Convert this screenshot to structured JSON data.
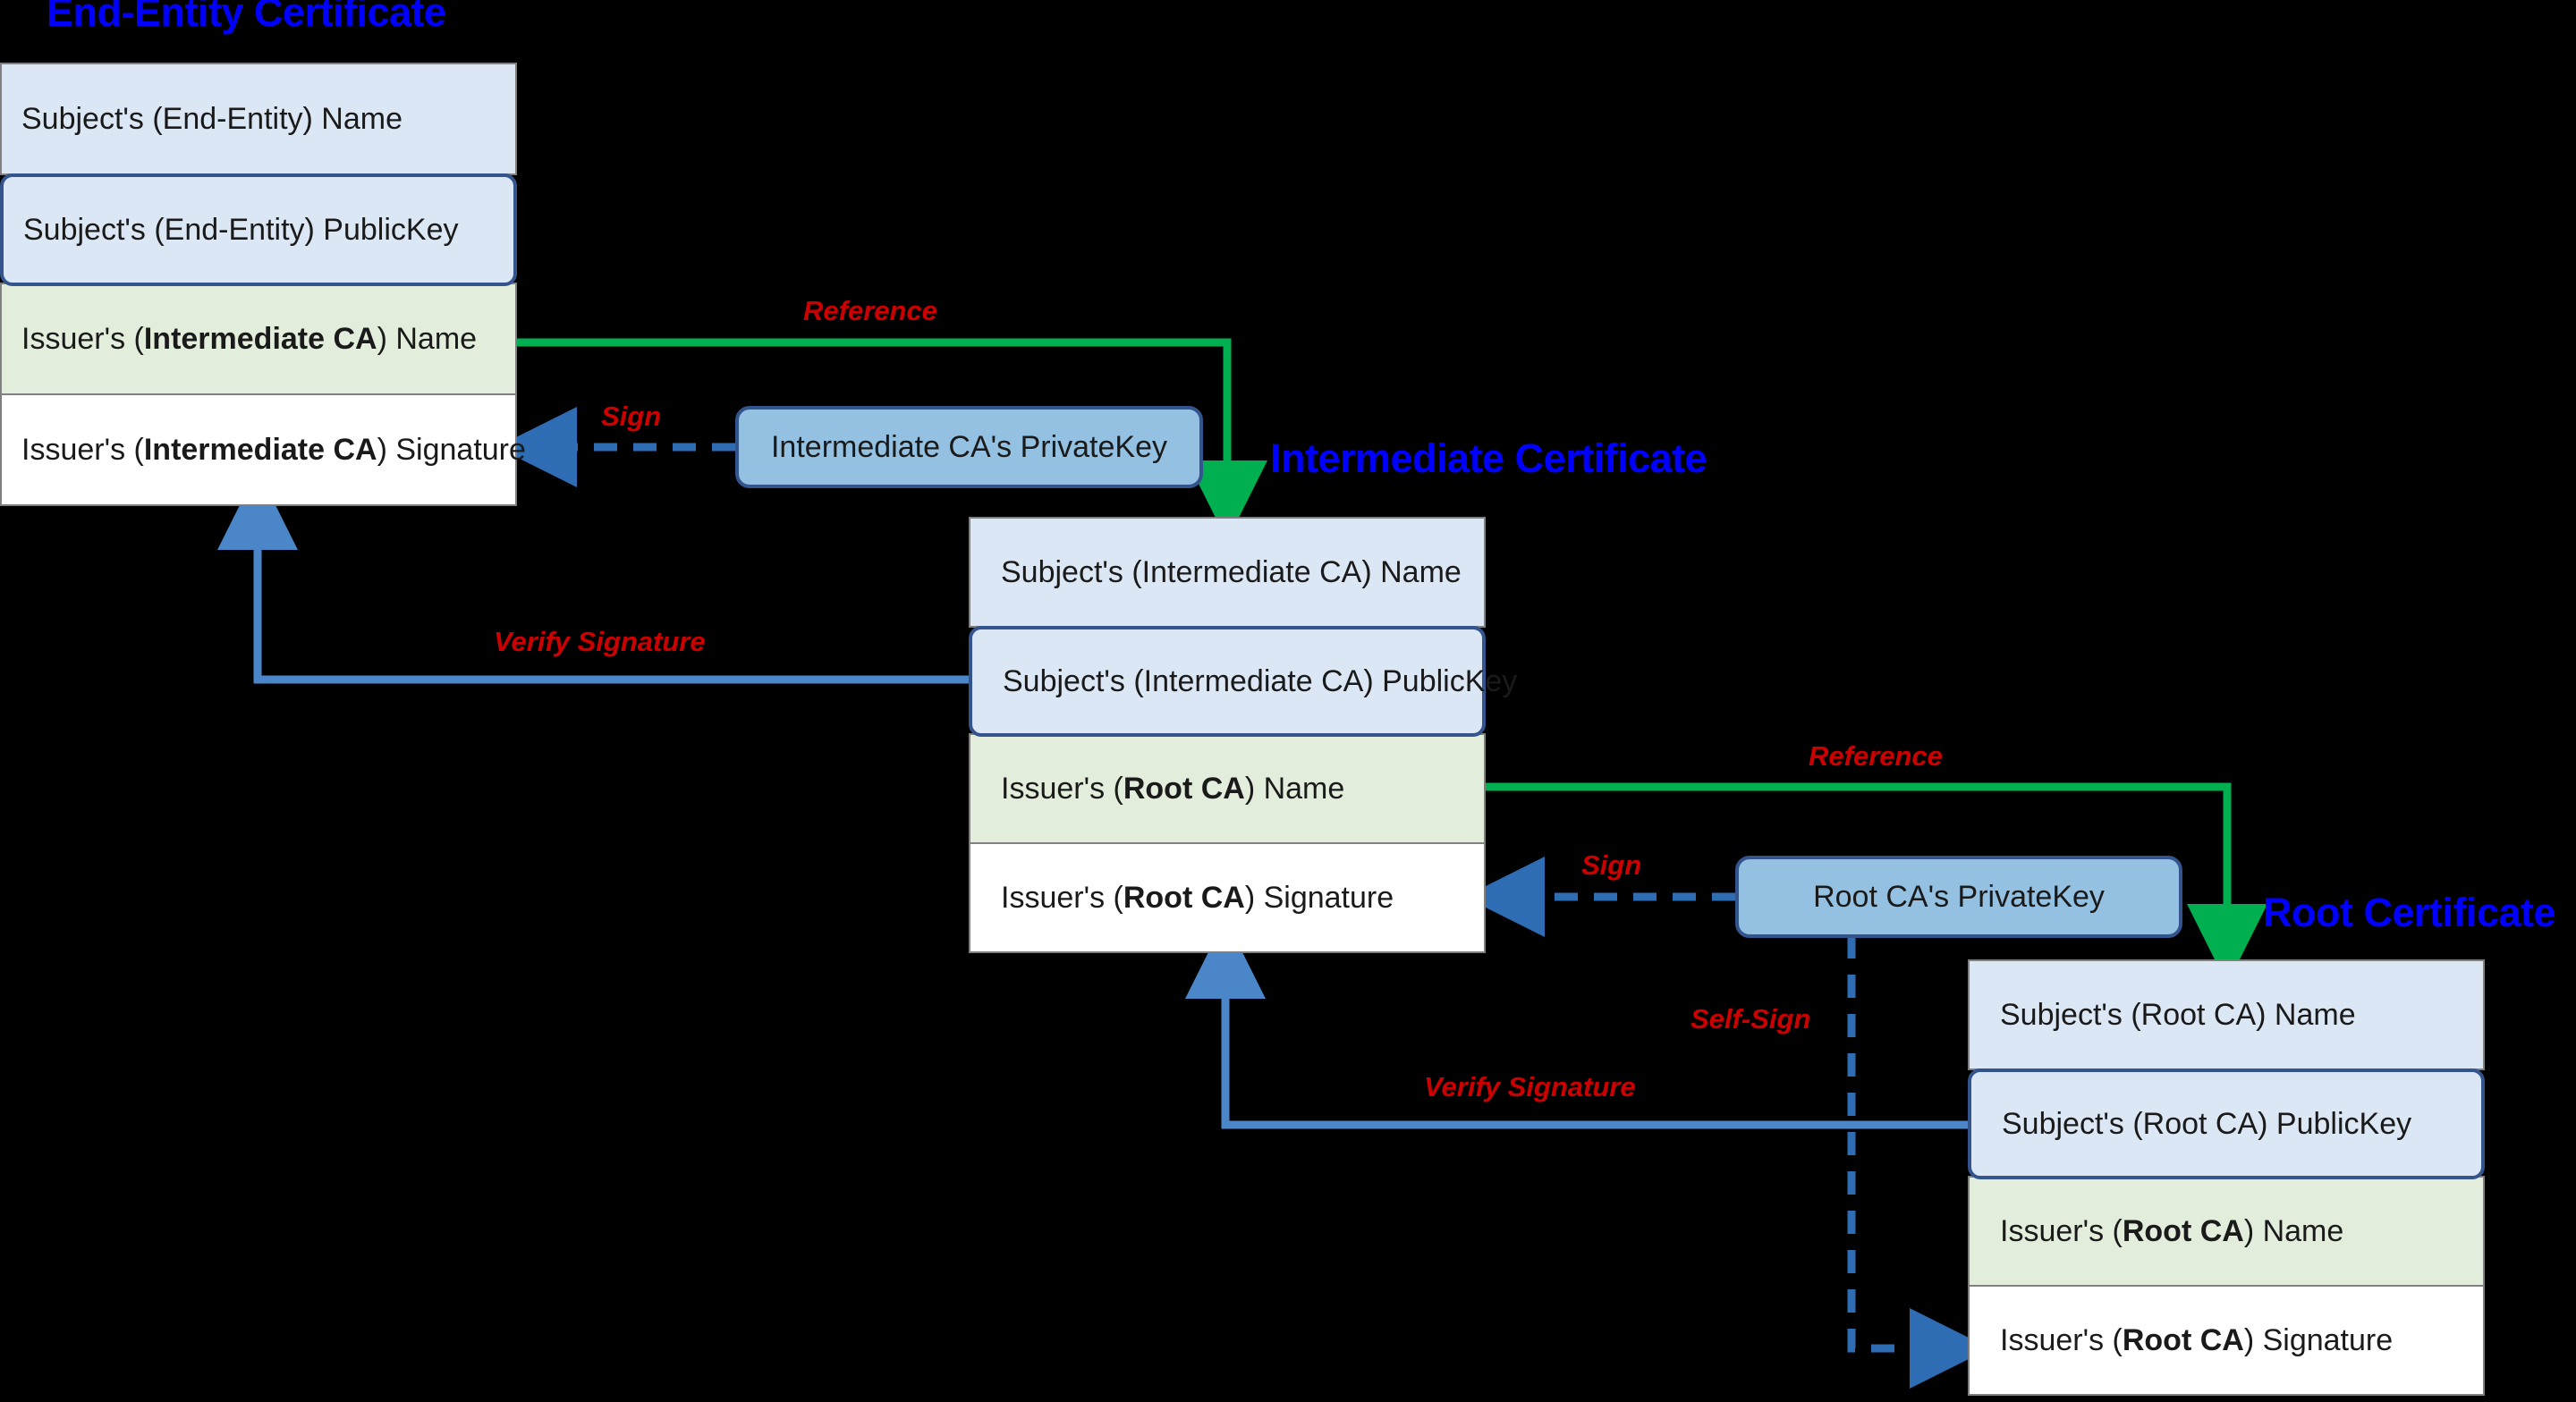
{
  "diagram": {
    "title_color": "#0000FF",
    "edge_label_color": "#CC0000",
    "reference_line_color": "#00B050",
    "sign_line_color": "#2E6DB4",
    "verify_line_color": "#4A86C8",
    "background": "#000000"
  },
  "certificates": [
    {
      "id": "end-entity",
      "title": "End-Entity Certificate",
      "rows": [
        {
          "kind": "name",
          "text": "Subject's (End-Entity) Name"
        },
        {
          "kind": "pubkey",
          "text": "Subject's (End-Entity) PublicKey"
        },
        {
          "kind": "issuer-name",
          "text_prefix": "Issuer's (",
          "text_bold": "Intermediate CA",
          "text_suffix": ") Name"
        },
        {
          "kind": "signature",
          "text_prefix": "Issuer's (",
          "text_bold": "Intermediate CA",
          "text_suffix": ") Signature"
        }
      ]
    },
    {
      "id": "intermediate",
      "title": "Intermediate Certificate",
      "rows": [
        {
          "kind": "name",
          "text": "Subject's (Intermediate CA) Name"
        },
        {
          "kind": "pubkey",
          "text": "Subject's (Intermediate CA) PublicKey"
        },
        {
          "kind": "issuer-name",
          "text_prefix": "Issuer's (",
          "text_bold": "Root CA",
          "text_suffix": ") Name"
        },
        {
          "kind": "signature",
          "text_prefix": "Issuer's (",
          "text_bold": "Root CA",
          "text_suffix": ") Signature"
        }
      ]
    },
    {
      "id": "root",
      "title": "Root Certificate",
      "rows": [
        {
          "kind": "name",
          "text": "Subject's (Root CA) Name"
        },
        {
          "kind": "pubkey",
          "text": "Subject's (Root CA) PublicKey"
        },
        {
          "kind": "issuer-name",
          "text_prefix": "Issuer's (",
          "text_bold": "Root CA",
          "text_suffix": ") Name"
        },
        {
          "kind": "signature",
          "text_prefix": "Issuer's (",
          "text_bold": "Root CA",
          "text_suffix": ") Signature"
        }
      ]
    }
  ],
  "private_keys": [
    {
      "id": "intermediate-ca-privatekey",
      "label": "Intermediate CA's PrivateKey"
    },
    {
      "id": "root-ca-privatekey",
      "label": "Root CA's PrivateKey"
    }
  ],
  "edges": [
    {
      "id": "reference-ee-to-intermediate",
      "label": "Reference",
      "type": "reference"
    },
    {
      "id": "sign-intermediate",
      "label": "Sign",
      "type": "sign"
    },
    {
      "id": "verify-ee-signature",
      "label": "Verify Signature",
      "type": "verify"
    },
    {
      "id": "reference-int-to-root",
      "label": "Reference",
      "type": "reference"
    },
    {
      "id": "sign-root",
      "label": "Sign",
      "type": "sign"
    },
    {
      "id": "self-sign-root",
      "label": "Self-Sign",
      "type": "sign"
    },
    {
      "id": "verify-intermediate-signature",
      "label": "Verify Signature",
      "type": "verify"
    }
  ]
}
